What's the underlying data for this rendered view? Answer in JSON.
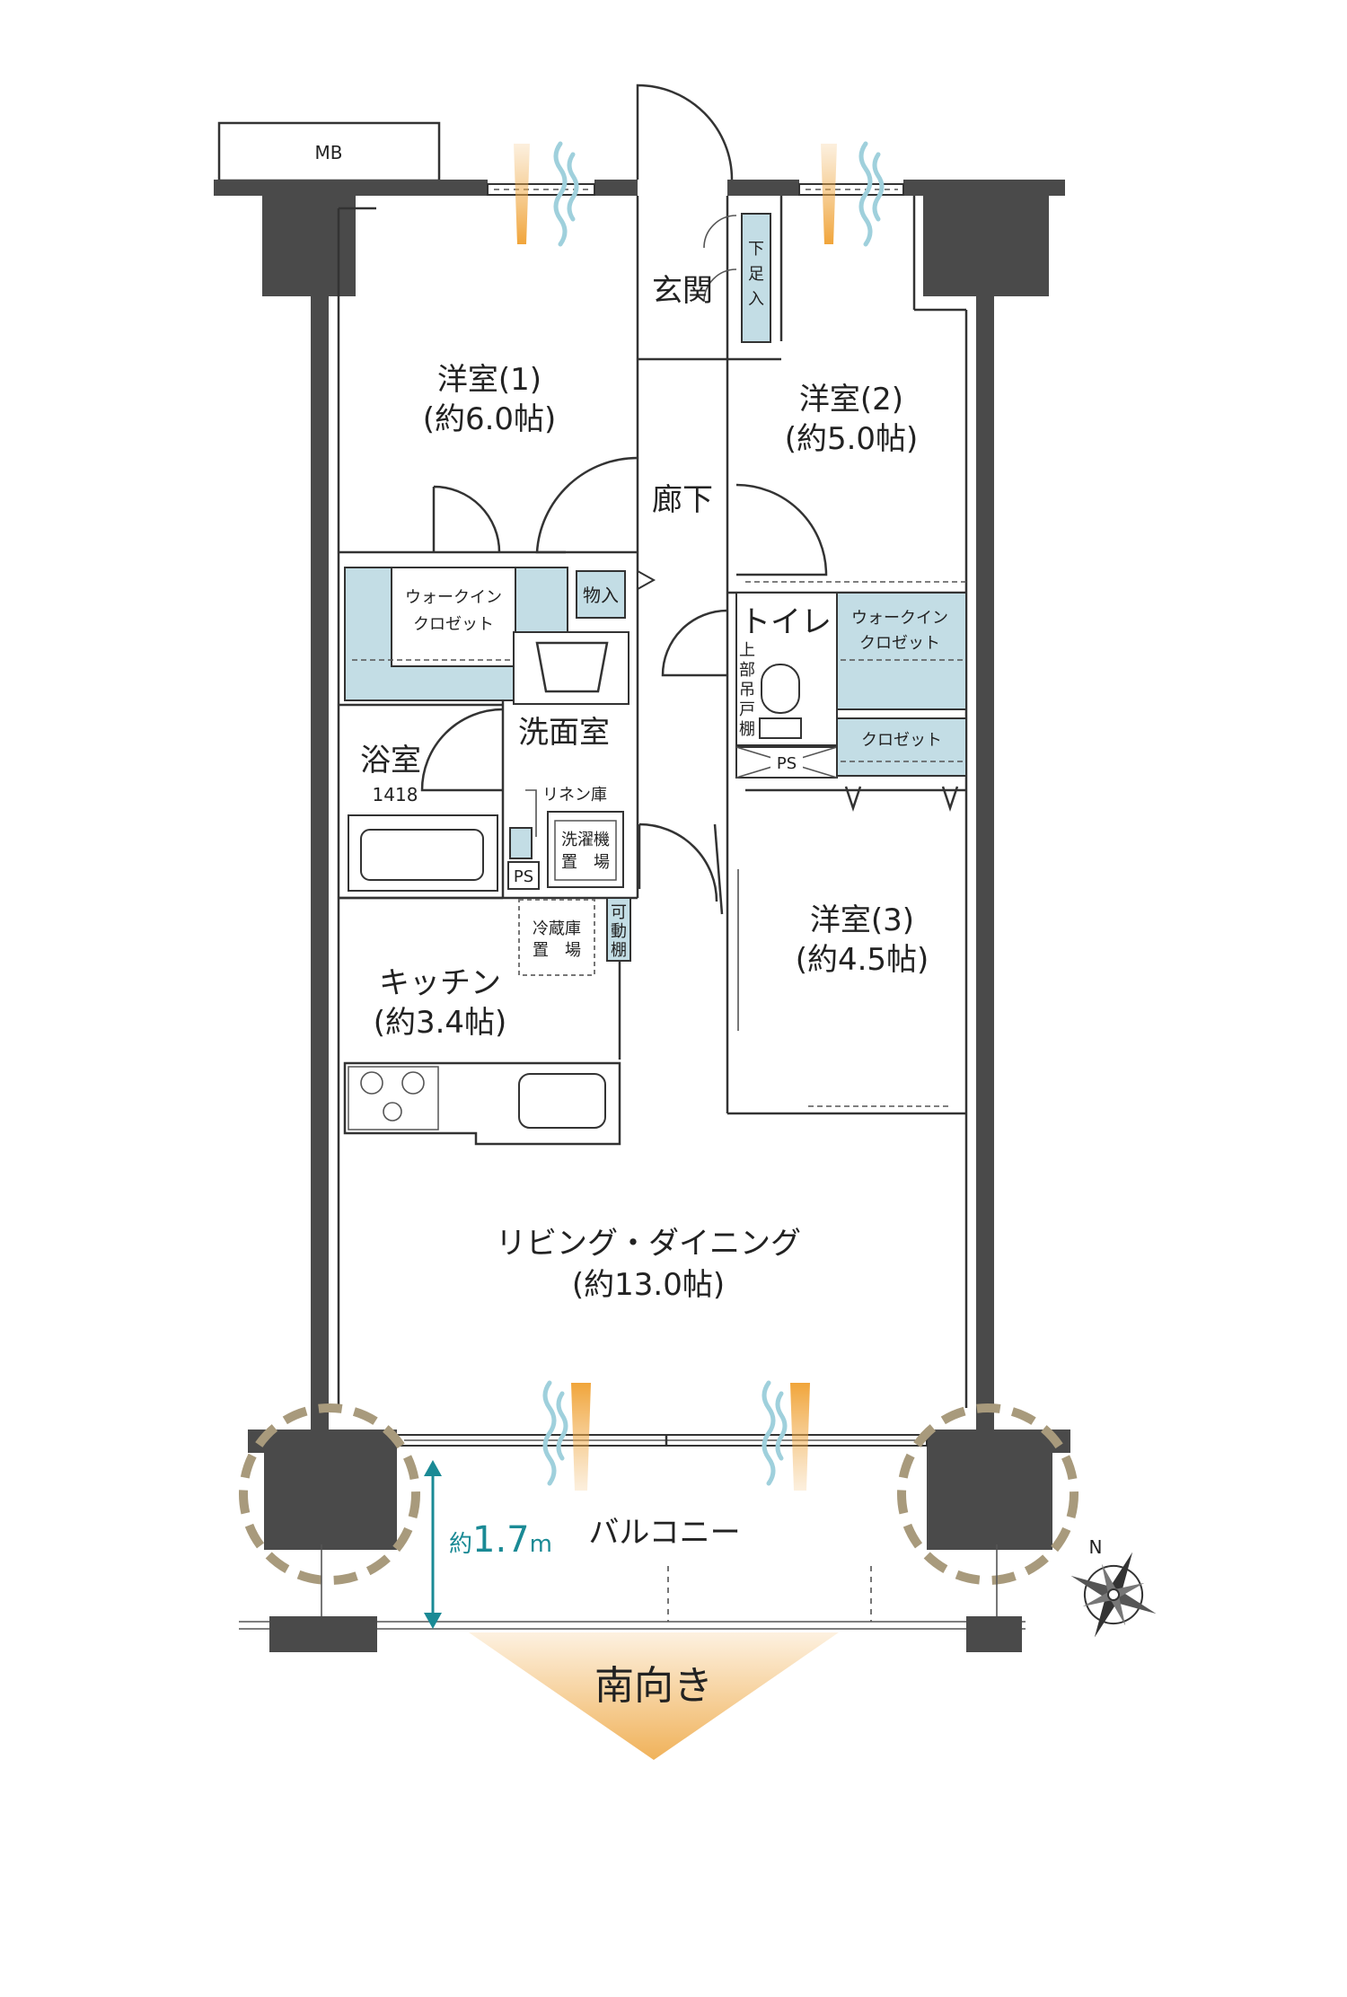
{
  "labels": {
    "mb": "MB",
    "genkan": "玄関",
    "geta_ire": [
      "下",
      "足",
      "入"
    ],
    "youshitsu1_name": "洋室(1)",
    "youshitsu1_size": "(約6.0帖)",
    "youshitsu2_name": "洋室(2)",
    "youshitsu2_size": "(約5.0帖)",
    "rouka": "廊下",
    "wic1_line1": "ウォークイン",
    "wic1_line2": "クロゼット",
    "monoire": "物入",
    "toilet": "トイレ",
    "jobu_tsuritodana": [
      "上",
      "部",
      "吊",
      "戸",
      "棚"
    ],
    "wic2_line1": "ウォークイン",
    "wic2_line2": "クロゼット",
    "closet": "クロゼット",
    "ps_toilet": "PS",
    "senmenshitsu": "洗面室",
    "yokushitsu": "浴室",
    "bath_size": "1418",
    "linen": "リネン庫",
    "sentakuki_line1": "洗濯機",
    "sentakuki_line2": "置　場",
    "ps_wash": "PS",
    "reizouko_line1": "冷蔵庫",
    "reizouko_line2": "置　場",
    "kadoudana": [
      "可",
      "動",
      "棚"
    ],
    "youshitsu3_name": "洋室(3)",
    "youshitsu3_size": "(約4.5帖)",
    "kitchen_name": "キッチン",
    "kitchen_size": "(約3.4帖)",
    "ld_name": "リビング・ダイニング",
    "ld_size": "(約13.0帖)",
    "balcony": "バルコニー",
    "balcony_depth_prefix": "約",
    "balcony_depth_value": "1.7",
    "balcony_depth_unit": "m",
    "orientation": "南向き",
    "compass_n": "N"
  },
  "colors": {
    "wall": "#4a4a4a",
    "storage_fill": "#c3dde5",
    "pillar_ring": "#a89a7c",
    "dimension": "#1a8a95",
    "light_arrow": "#f0b25a",
    "wind": "#9fd0dc"
  }
}
